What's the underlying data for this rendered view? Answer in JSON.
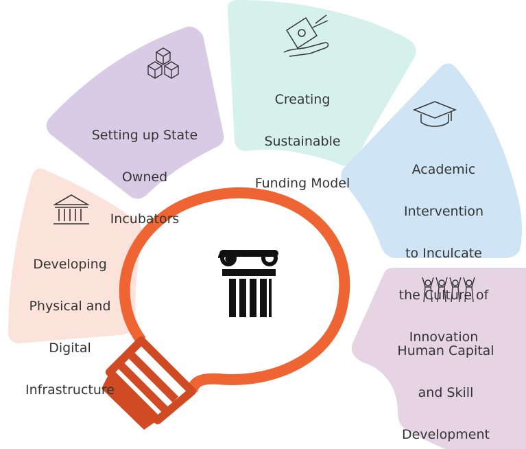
{
  "colors": {
    "infrastructure": "#fbe3dc",
    "incubators": "#d9cbe6",
    "funding": "#d6f1ec",
    "academic": "#cfe4f5",
    "human_capital": "#e6d3e4",
    "bulb_outline": "#ef6433",
    "bulb_base": "#d04a24",
    "pillar": "#111111",
    "text": "#333333"
  },
  "segments": {
    "infrastructure": {
      "icon": "bank-icon",
      "lines": [
        "Developing",
        "Physical and",
        "Digital",
        "Infrastructure"
      ]
    },
    "incubators": {
      "icon": "cubes-icon",
      "lines": [
        "Setting up State",
        "Owned",
        "Incubators"
      ]
    },
    "funding": {
      "icon": "money-hand-icon",
      "lines": [
        "Creating",
        "Sustainable",
        "Funding Model"
      ]
    },
    "academic": {
      "icon": "graduation-cap-icon",
      "lines": [
        "Academic",
        "Intervention",
        "to Inculcate",
        "the Culture of",
        "Innovation"
      ]
    },
    "human_capital": {
      "icon": "people-icon",
      "lines": [
        "Human Capital",
        "and Skill",
        "Development"
      ]
    }
  },
  "center": {
    "icon": "ionic-pillar-icon"
  }
}
